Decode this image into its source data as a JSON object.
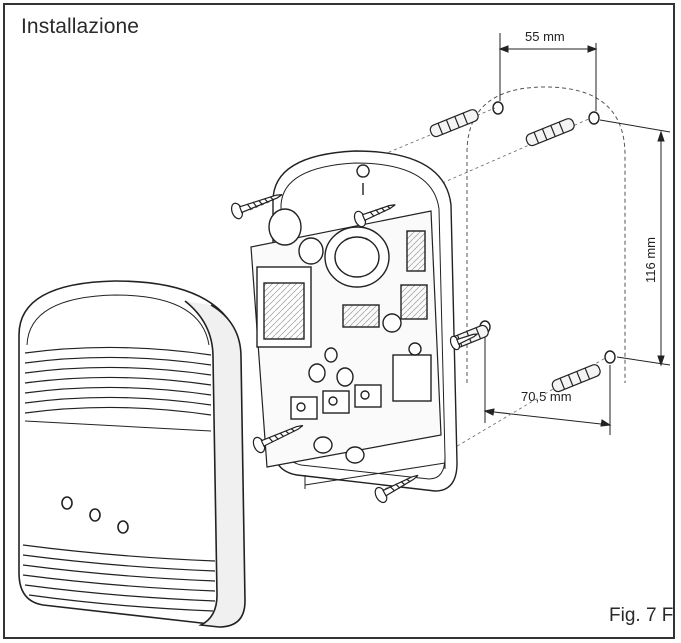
{
  "title": "Installazione",
  "figure_label": "Fig. 7 F",
  "dimensions": {
    "top_width": "55 mm",
    "height": "116 mm",
    "bottom_width": "70,5 mm"
  }
}
